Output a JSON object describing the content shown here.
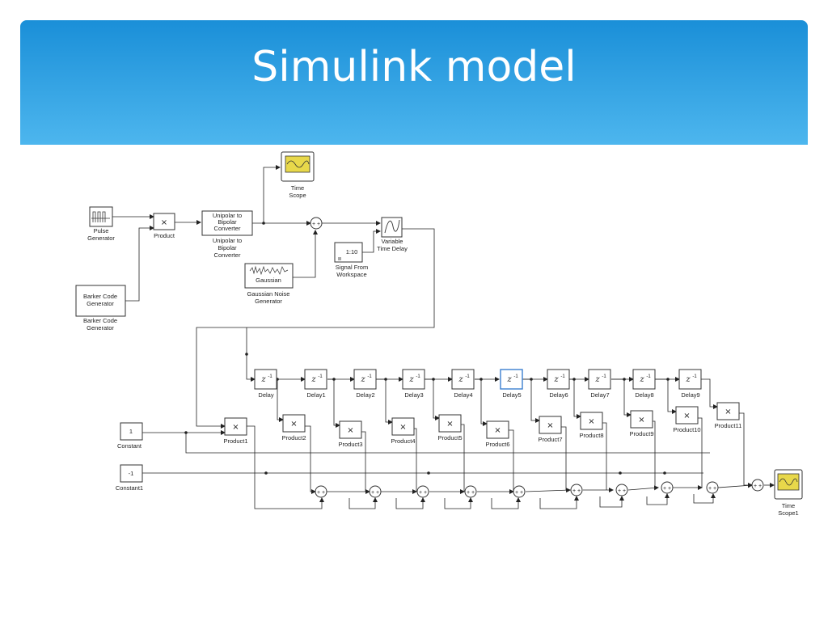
{
  "slide": {
    "title": "Simulink model"
  },
  "blocks": {
    "pulse": {
      "name": [
        "Pulse",
        "Generator"
      ]
    },
    "product": {
      "symbol": "×",
      "name": [
        "Product"
      ]
    },
    "converter": {
      "text": [
        "Unipolar to",
        "Bipolar",
        "Converter"
      ],
      "name": [
        "Unipolar to",
        "Bipolar",
        "Converter"
      ]
    },
    "barker": {
      "text": [
        "Barker Code",
        "Generator"
      ],
      "name": [
        "Barker Code",
        "Generator"
      ]
    },
    "scope": {
      "name": [
        "Time",
        "Scope"
      ]
    },
    "gaussian": {
      "text": "Gaussian",
      "name": [
        "Gaussian Noise",
        "Generator"
      ]
    },
    "vdelay": {
      "name": [
        "Variable",
        "Time Delay"
      ]
    },
    "workspace": {
      "text": "1:10",
      "name": [
        "Signal From",
        "Workspace"
      ]
    },
    "constant": {
      "text": "1",
      "name": [
        "Constant"
      ]
    },
    "constant1": {
      "text": "-1",
      "name": [
        "Constant1"
      ]
    },
    "scope1": {
      "name": [
        "Time",
        "Scope1"
      ]
    }
  },
  "delay_symbol": "z",
  "delay_exp": "-1",
  "delays": [
    "Delay",
    "Delay1",
    "Delay2",
    "Delay3",
    "Delay4",
    "Delay5",
    "Delay6",
    "Delay7",
    "Delay8",
    "Delay9"
  ],
  "products": [
    "Product1",
    "Product2",
    "Product3",
    "Product4",
    "Product5",
    "Product6",
    "Product7",
    "Product8",
    "Product9",
    "Product10",
    "Product11"
  ],
  "colors": {
    "header_top": "#1a8fd8",
    "header_bottom": "#4db6ee",
    "scope_screen": "#e8d84a",
    "delay5_border": "#3b7fd0"
  }
}
